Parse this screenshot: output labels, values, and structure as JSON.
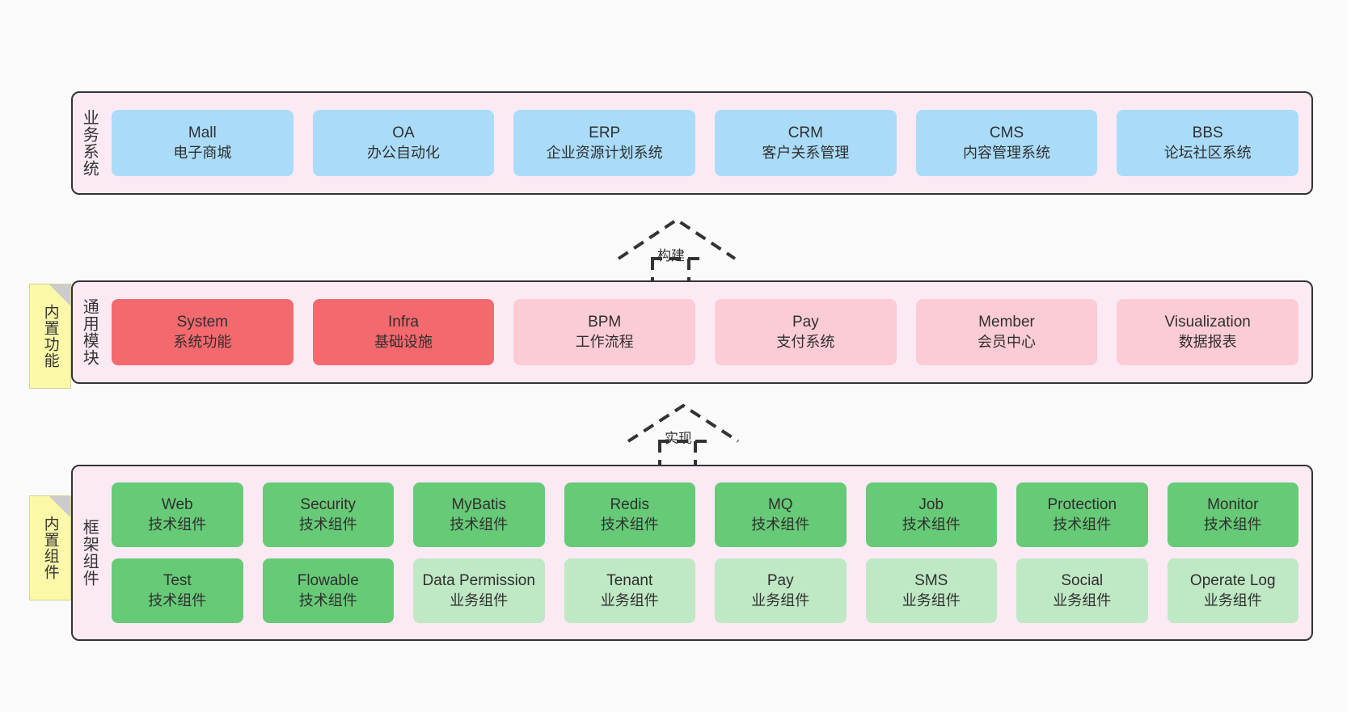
{
  "diagram": {
    "background": "#fafafa",
    "panel_fill": "#fbeaf4",
    "panel_stroke": "#333333",
    "note_fill": "#fbf9a8"
  },
  "layers": [
    {
      "id": "business",
      "title": "业务系统",
      "note": null,
      "rows": [
        [
          {
            "name": "Mall",
            "sub": "电子商城",
            "style": "blue"
          },
          {
            "name": "OA",
            "sub": "办公自动化",
            "style": "blue"
          },
          {
            "name": "ERP",
            "sub": "企业资源计划系统",
            "style": "blue"
          },
          {
            "name": "CRM",
            "sub": "客户关系管理",
            "style": "blue"
          },
          {
            "name": "CMS",
            "sub": "内容管理系统",
            "style": "blue"
          },
          {
            "name": "BBS",
            "sub": "论坛社区系统",
            "style": "blue"
          }
        ]
      ]
    },
    {
      "id": "modules",
      "title": "通用模块",
      "note": "内置功能",
      "rows": [
        [
          {
            "name": "System",
            "sub": "系统功能",
            "style": "red"
          },
          {
            "name": "Infra",
            "sub": "基础设施",
            "style": "red"
          },
          {
            "name": "BPM",
            "sub": "工作流程",
            "style": "pink"
          },
          {
            "name": "Pay",
            "sub": "支付系统",
            "style": "pink"
          },
          {
            "name": "Member",
            "sub": "会员中心",
            "style": "pink"
          },
          {
            "name": "Visualization",
            "sub": "数据报表",
            "style": "pink"
          }
        ]
      ]
    },
    {
      "id": "framework",
      "title": "框架组件",
      "note": "内置组件",
      "rows": [
        [
          {
            "name": "Web",
            "sub": "技术组件",
            "style": "green"
          },
          {
            "name": "Security",
            "sub": "技术组件",
            "style": "green"
          },
          {
            "name": "MyBatis",
            "sub": "技术组件",
            "style": "green"
          },
          {
            "name": "Redis",
            "sub": "技术组件",
            "style": "green"
          },
          {
            "name": "MQ",
            "sub": "技术组件",
            "style": "green"
          },
          {
            "name": "Job",
            "sub": "技术组件",
            "style": "green"
          },
          {
            "name": "Protection",
            "sub": "技术组件",
            "style": "green"
          },
          {
            "name": "Monitor",
            "sub": "技术组件",
            "style": "green"
          }
        ],
        [
          {
            "name": "Test",
            "sub": "技术组件",
            "style": "green"
          },
          {
            "name": "Flowable",
            "sub": "技术组件",
            "style": "green"
          },
          {
            "name": "Data Permission",
            "sub": "业务组件",
            "style": "lgreen"
          },
          {
            "name": "Tenant",
            "sub": "业务组件",
            "style": "lgreen"
          },
          {
            "name": "Pay",
            "sub": "业务组件",
            "style": "lgreen"
          },
          {
            "name": "SMS",
            "sub": "业务组件",
            "style": "lgreen"
          },
          {
            "name": "Social",
            "sub": "业务组件",
            "style": "lgreen"
          },
          {
            "name": "Operate Log",
            "sub": "业务组件",
            "style": "lgreen"
          }
        ]
      ]
    }
  ],
  "connectors": [
    {
      "id": "build",
      "label": "构建",
      "from": "modules",
      "to": "business"
    },
    {
      "id": "implement",
      "label": "实现",
      "from": "framework",
      "to": "modules"
    }
  ]
}
